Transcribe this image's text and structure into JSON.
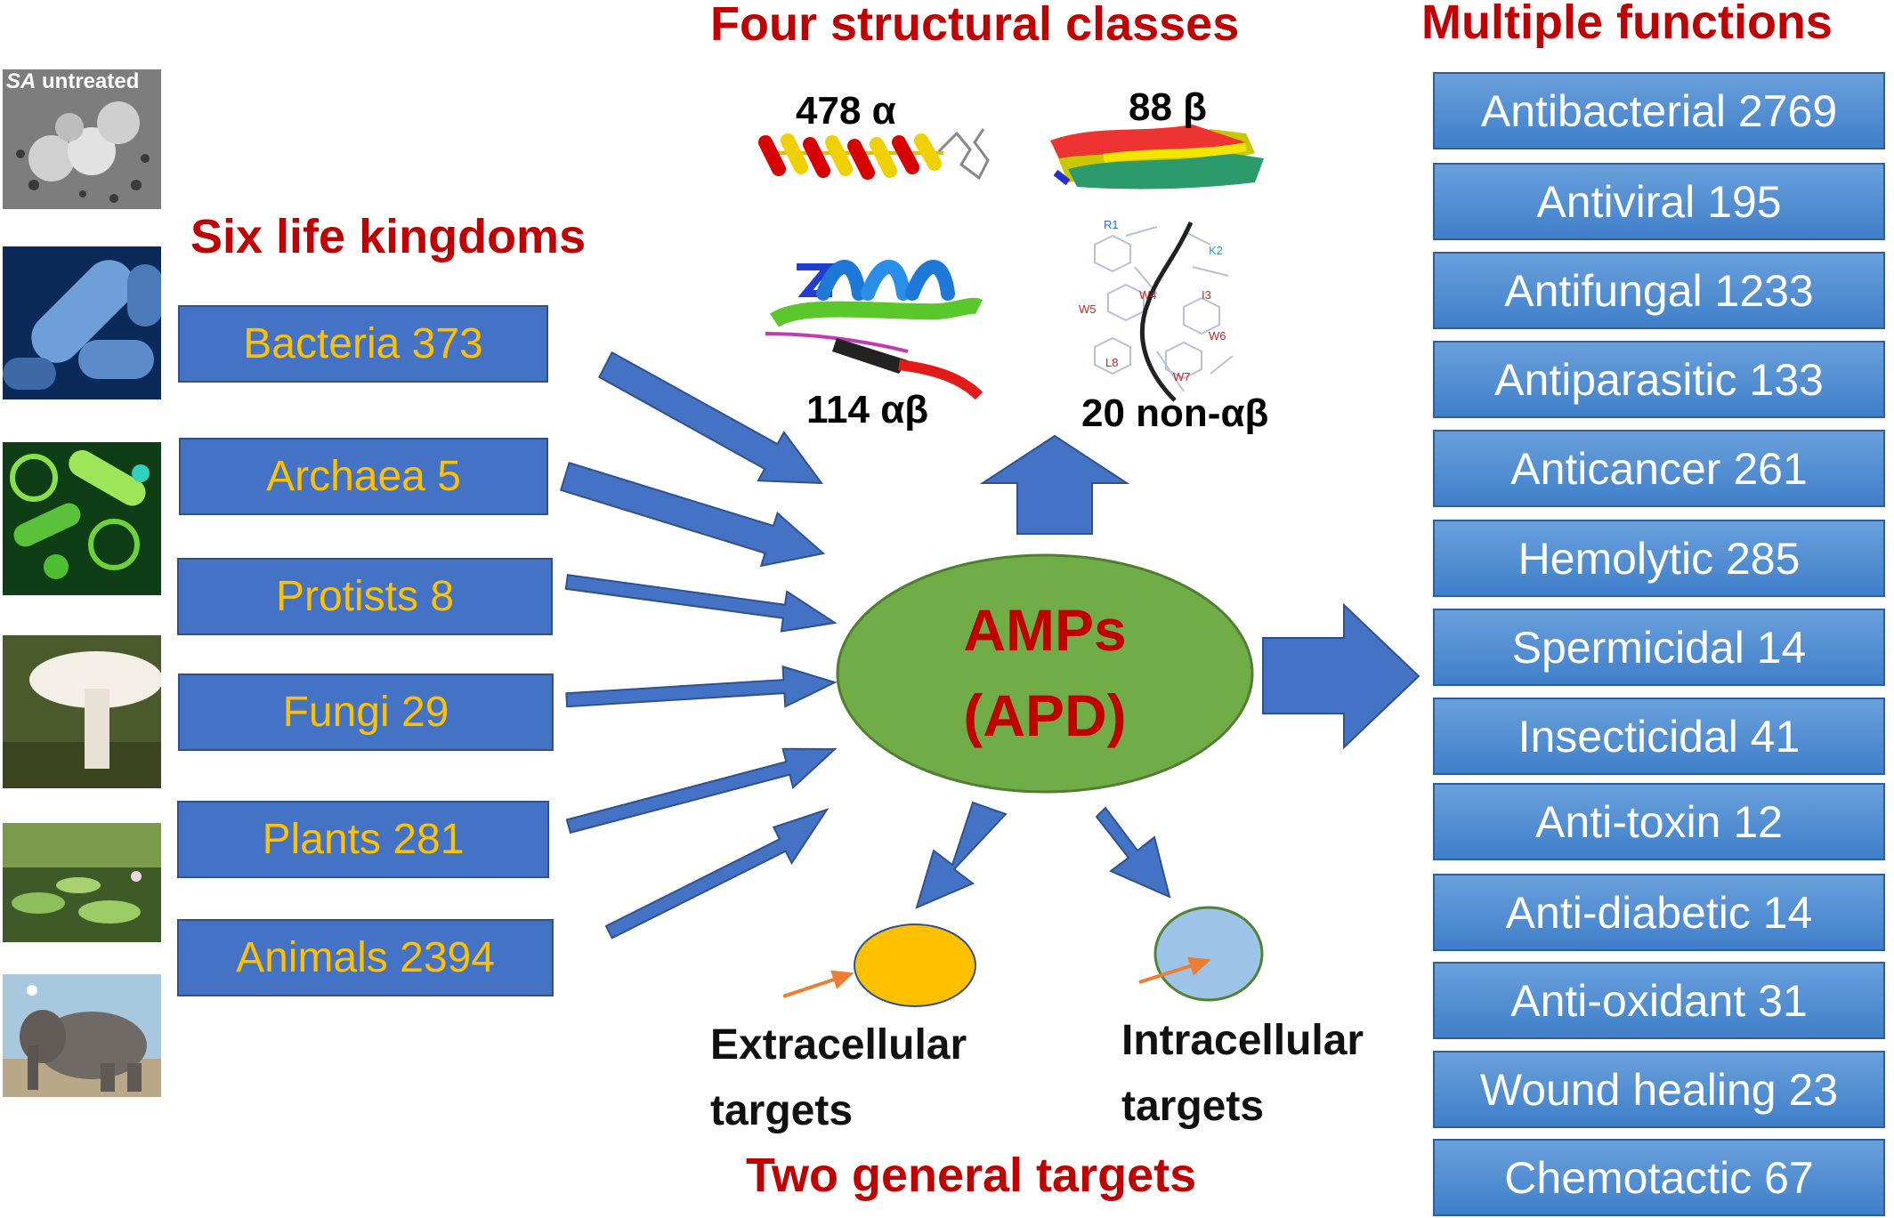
{
  "headings": {
    "structural": "Four structural classes",
    "functions": "Multiple functions",
    "kingdoms": "Six life kingdoms",
    "targets": "Two general targets"
  },
  "kingdoms": [
    {
      "label": "Bacteria 373"
    },
    {
      "label": "Archaea 5"
    },
    {
      "label": "Protists 8"
    },
    {
      "label": "Fungi 29"
    },
    {
      "label": "Plants  281"
    },
    {
      "label": "Animals 2394"
    }
  ],
  "photo_caption": {
    "italic": "SA",
    "rest": " untreated"
  },
  "structures": {
    "alpha": "478 α",
    "beta": "88 β",
    "alphabeta": "114 αβ",
    "nonalphabeta": "20 non-αβ"
  },
  "molecule_labels": [
    "R1",
    "K2",
    "W4",
    "I3",
    "W5",
    "W6",
    "L8",
    "W7"
  ],
  "center": {
    "line1": "AMPs",
    "line2": "(APD)"
  },
  "targets": {
    "extracellular": [
      "Extracellular",
      "targets"
    ],
    "intracellular": [
      "Intracellular",
      "targets"
    ]
  },
  "functions": [
    {
      "label": "Antibacterial 2769"
    },
    {
      "label": "Antiviral 195"
    },
    {
      "label": "Antifungal 1233"
    },
    {
      "label": "Antiparasitic 133"
    },
    {
      "label": "Anticancer 261"
    },
    {
      "label": "Hemolytic 285"
    },
    {
      "label": "Spermicidal 14"
    },
    {
      "label": "Insecticidal 41"
    },
    {
      "label": "Anti-toxin 12"
    },
    {
      "label": "Anti-diabetic 14"
    },
    {
      "label": "Anti-oxidant 31"
    },
    {
      "label": "Wound healing 23"
    },
    {
      "label": "Chemotactic 67"
    }
  ],
  "colors": {
    "heading": "#c00000",
    "kingdom_box": "#4472c4",
    "kingdom_text": "#ffc000",
    "function_box": "#5b9bd5",
    "ellipse": "#70ad47",
    "extracellular_cell": "#ffc000",
    "intracellular_cell": "#9dc3e6",
    "small_arrow": "#ed7d31"
  }
}
